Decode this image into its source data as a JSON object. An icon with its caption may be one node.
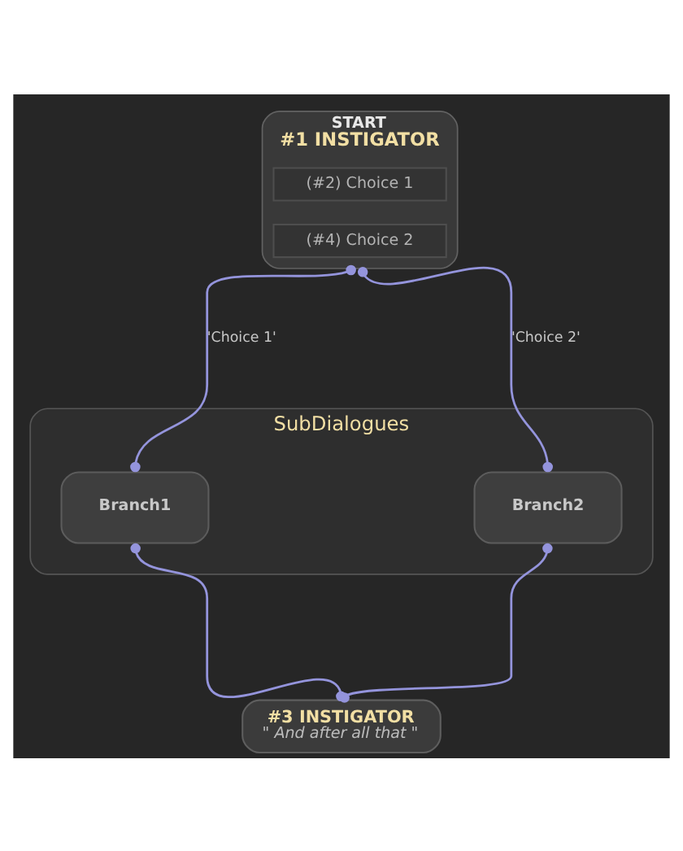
{
  "diagram": {
    "nodes": [
      {
        "text": [
          "START",
          "#1 INSTIGATOR"
        ]
      },
      {
        "text": [
          "(#2) Choice 1"
        ],
        "in": 0
      },
      {
        "text": [
          "(#4) Choice 2"
        ],
        "in": 0
      },
      {
        "text": [
          "SubDialogues"
        ]
      },
      {
        "text": [
          "Branch1"
        ],
        "in": 3
      },
      {
        "text": [
          "Branch2"
        ],
        "in": 3
      },
      {
        "text": [
          "#3 INSTIGATOR",
          "\" And after all that \""
        ]
      }
    ],
    "edges": [
      {
        "from": 0,
        "to": 4,
        "label": "'Choice 1'",
        "arrow": "other"
      },
      {
        "from": 0,
        "to": 5,
        "label": "'Choice 2'",
        "arrow": "other"
      },
      {
        "from": 4,
        "to": 6,
        "arrow": "other"
      },
      {
        "from": 5,
        "to": 6,
        "arrow": "other"
      }
    ]
  }
}
